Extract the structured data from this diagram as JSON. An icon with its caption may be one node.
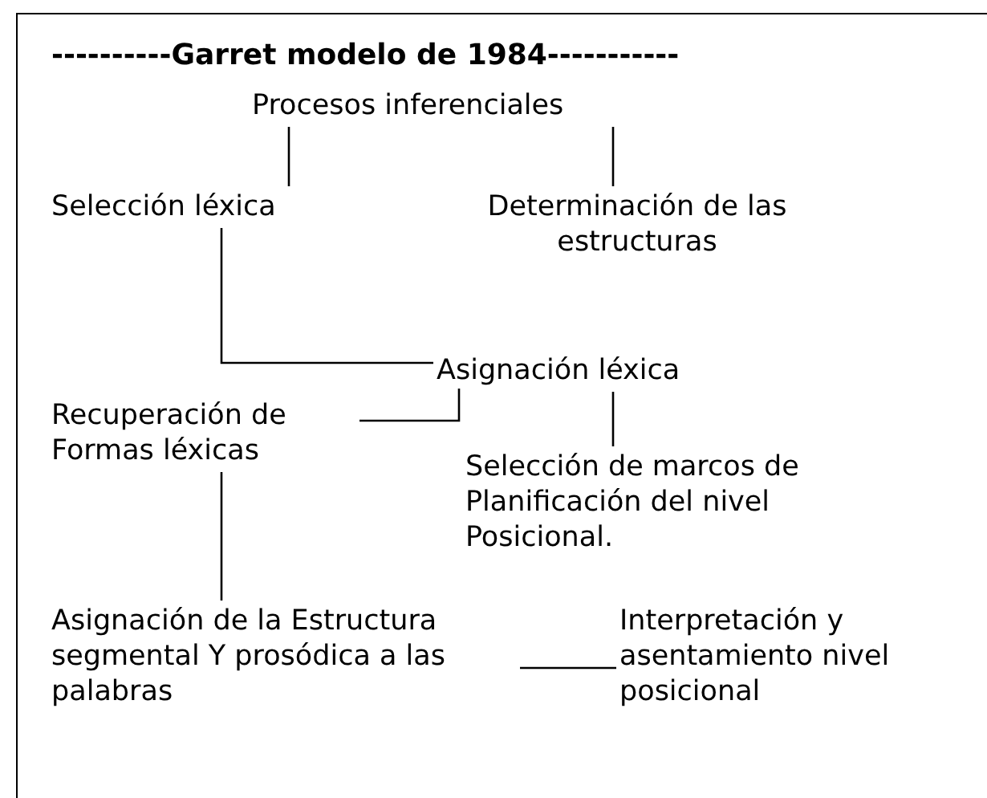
{
  "diagram": {
    "title": "----------Garret modelo de 1984-----------",
    "nodes": [
      {
        "text": [
          "Procesos inferenciales"
        ]
      },
      {
        "text": [
          "Selección léxica"
        ]
      },
      {
        "text": [
          "Determinación de las estructuras"
        ]
      },
      {
        "text": [
          "Asignación léxica"
        ]
      },
      {
        "text": [
          "Recuperación de Formas léxicas"
        ]
      },
      {
        "text": [
          "Selección de marcos de Planificación del nivel Posicional."
        ]
      },
      {
        "text": [
          "Asignación de la Estructura segmental Y prosódica a las palabras"
        ]
      },
      {
        "text": [
          "Interpretación y asentamiento nivel posicional"
        ]
      }
    ],
    "edges": [
      {
        "from": 0,
        "to": 1,
        "arrow": "none"
      },
      {
        "from": 0,
        "to": 2,
        "arrow": "none"
      },
      {
        "from": 1,
        "to": 3,
        "arrow": "none"
      },
      {
        "from": 3,
        "to": 4,
        "arrow": "none"
      },
      {
        "from": 3,
        "to": 5,
        "arrow": "none"
      },
      {
        "from": 4,
        "to": 6,
        "arrow": "none"
      },
      {
        "from": 6,
        "to": 7,
        "arrow": "none"
      }
    ]
  }
}
